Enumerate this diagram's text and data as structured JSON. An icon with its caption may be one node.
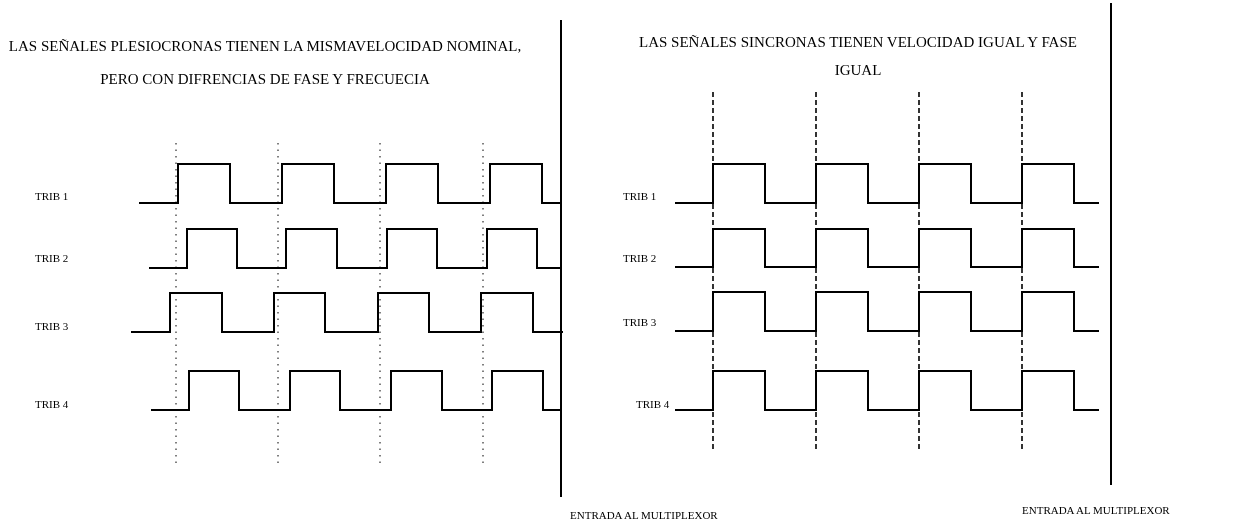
{
  "diagram": {
    "labels": [
      "LAS SEÑALES PLESIOCRONAS TIENEN LA MISMAVELOCIDAD NOMINAL, PERO CON DIFRENCIAS DE FASE Y FRECUECIA",
      "LAS SEÑALES SINCRONAS TIENEN VELOCIDAD IGUAL Y FASE IGUAL",
      "TRIB 1",
      "TRIB 2",
      "TRIB 3",
      "TRIB 4",
      "TRIB 1",
      "TRIB 2",
      "TRIB 3",
      "TRIB 4",
      "ENTRADA AL MULTIPLEXOR",
      "ENTRADA AL MULTIPLEXOR"
    ]
  }
}
